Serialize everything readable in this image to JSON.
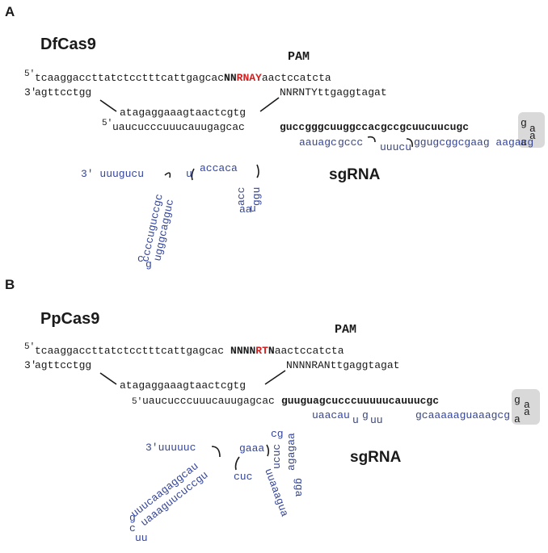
{
  "panelA": {
    "letter": "A",
    "protein": "DfCas9",
    "pam_label": "PAM",
    "sgrna_label": "sgRNA",
    "top_5": "5′",
    "top_seq": "tcaaggaccttatctcctttcattgagcac",
    "pam_nn": "NN",
    "pam_red": "RNAY",
    "top_tail": "aactccatcta",
    "bottom_3": "3′",
    "bottom_left": "agttcctgg",
    "bottom_right": "NNRNTYttgaggtagat",
    "middle_seq": "atagaggaaagtaactcgtg",
    "rna_5": "5′",
    "rna_spacer": "uaucucccuuucauugagcac",
    "rna_bold": "guccgggcuuggccacgccgcuucuucugc",
    "loop_g": "g",
    "loop_a1": "a",
    "loop_a2": "a",
    "loop_a3": "a",
    "blue_row1": "ggugcggcgaag aagacg",
    "blue_bulge": "uuucu",
    "blue_gccc": "gccc",
    "blue_aauagc": "aauagc",
    "blue_3end": "3′  uuugucu",
    "blue_u": "u",
    "blue_accaca": "accaca",
    "stem1_left": "ccccuguccgc",
    "stem1_right": "ugggcagguc",
    "stem1_loop_c": "c",
    "stem1_loop_g": "g",
    "stem2_left": "acc",
    "stem2_right": "ggu",
    "stem2_loop": "aa",
    "stem2_loop_u": "u"
  },
  "panelB": {
    "letter": "B",
    "protein": "PpCas9",
    "pam_label": "PAM",
    "sgrna_label": "sgRNA",
    "top_5": "5′",
    "top_seq": "tcaaggaccttatctcctttcattgagcac",
    "pam_nnnn": "NNNN",
    "pam_red": "RT",
    "pam_n": "N",
    "top_tail": "aactccatcta",
    "bottom_3": "3′",
    "bottom_left": "agttcctgg",
    "bottom_right": "NNNNRANttgaggtagat",
    "middle_seq": "atagaggaaagtaactcgtg",
    "rna_5": "5′",
    "rna_spacer": "uaucucccuuucauugagcac",
    "rna_bold": "guuguagcucccuuuuucauuucgc",
    "loop_g": "g",
    "loop_a1": "a",
    "loop_a2": "a",
    "loop_a3": "a",
    "blue_row1a": "uaacau",
    "blue_u1": "u",
    "blue_g": "g",
    "blue_uu": "uu",
    "blue_row1b": "gcaaaaaguaaagcg",
    "blue_3end": "3′uuuuuc",
    "blue_cg": "cg",
    "blue_gaaa": "gaaa",
    "blue_cuc": "cuc",
    "stem3_left": "uuucaagaggcau",
    "stem3_right": "uaaaguucuccgu",
    "stem3_loop_g": "g",
    "stem3_loop_c": "c",
    "stem3_loop_uu": "uu",
    "stem4_left": "ucuc",
    "stem4_right": "agagaa",
    "stem4_loop": "uuaaagua",
    "stem4_loop2": "gga"
  }
}
